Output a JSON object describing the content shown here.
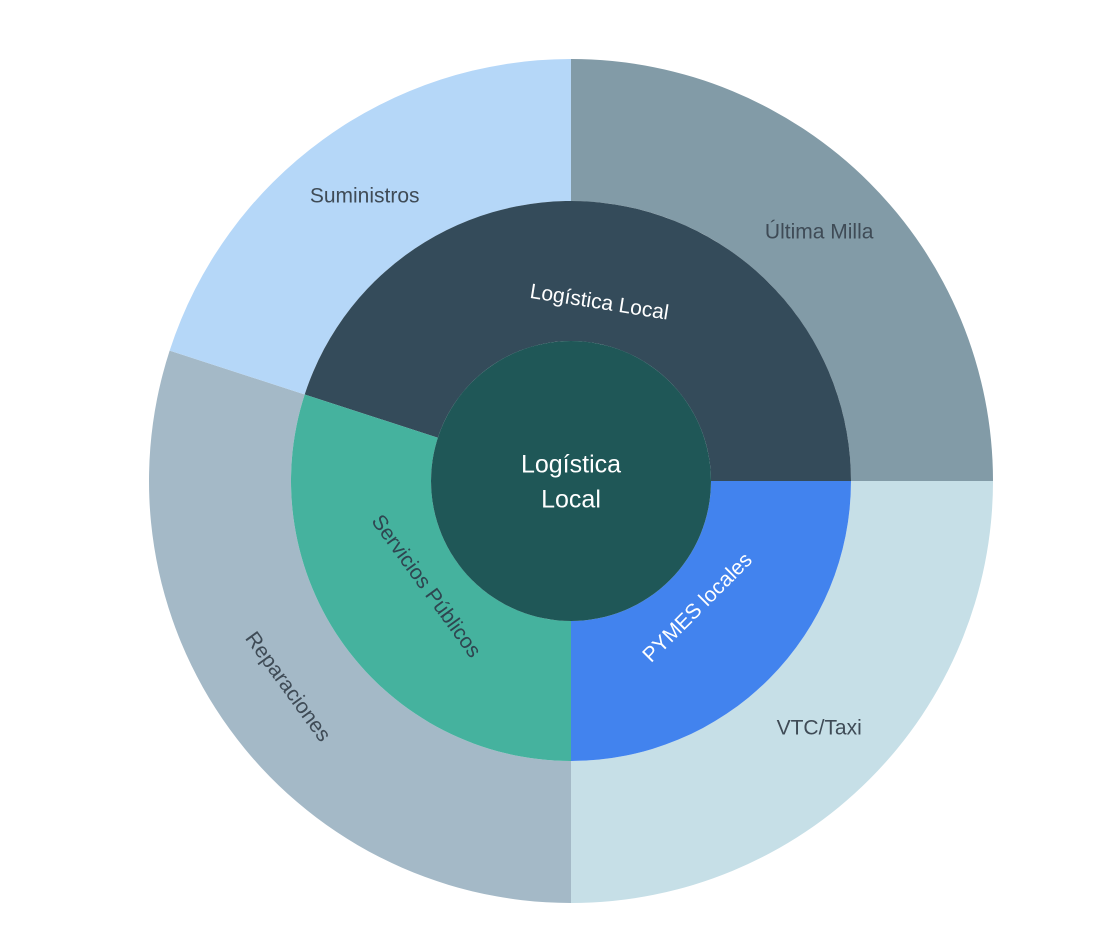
{
  "chart_data": {
    "type": "sunburst",
    "title": "",
    "root": {
      "label_lines": [
        "Logística",
        "Local"
      ],
      "name": "Logística Local",
      "color": "#1f5757"
    },
    "rings": {
      "middle": [
        {
          "name": "Logística Local",
          "value": 45,
          "color": "#344b5a",
          "label_color": "light"
        },
        {
          "name": "PYMES locales",
          "value": 25,
          "color": "#4283ee",
          "label_color": "light"
        },
        {
          "name": "Servicios Públicos",
          "value": 30,
          "color": "#45b29e",
          "label_color": "dark"
        }
      ],
      "outer": [
        {
          "name": "Última Milla",
          "parent": "Logística Local",
          "value": 25,
          "color": "#829ba7"
        },
        {
          "name": "VTC/Taxi",
          "parent": "PYMES locales",
          "value": 25,
          "color": "#c6dfe7"
        },
        {
          "name": "Reparaciones",
          "parent": "Servicios Públicos",
          "value": 30,
          "color": "#a4b9c7"
        },
        {
          "name": "Suministros",
          "parent": "Logística Local",
          "value": 20,
          "color": "#b5d7f8"
        }
      ]
    },
    "start_offset_value": 20,
    "total": 100,
    "legend": "none"
  }
}
